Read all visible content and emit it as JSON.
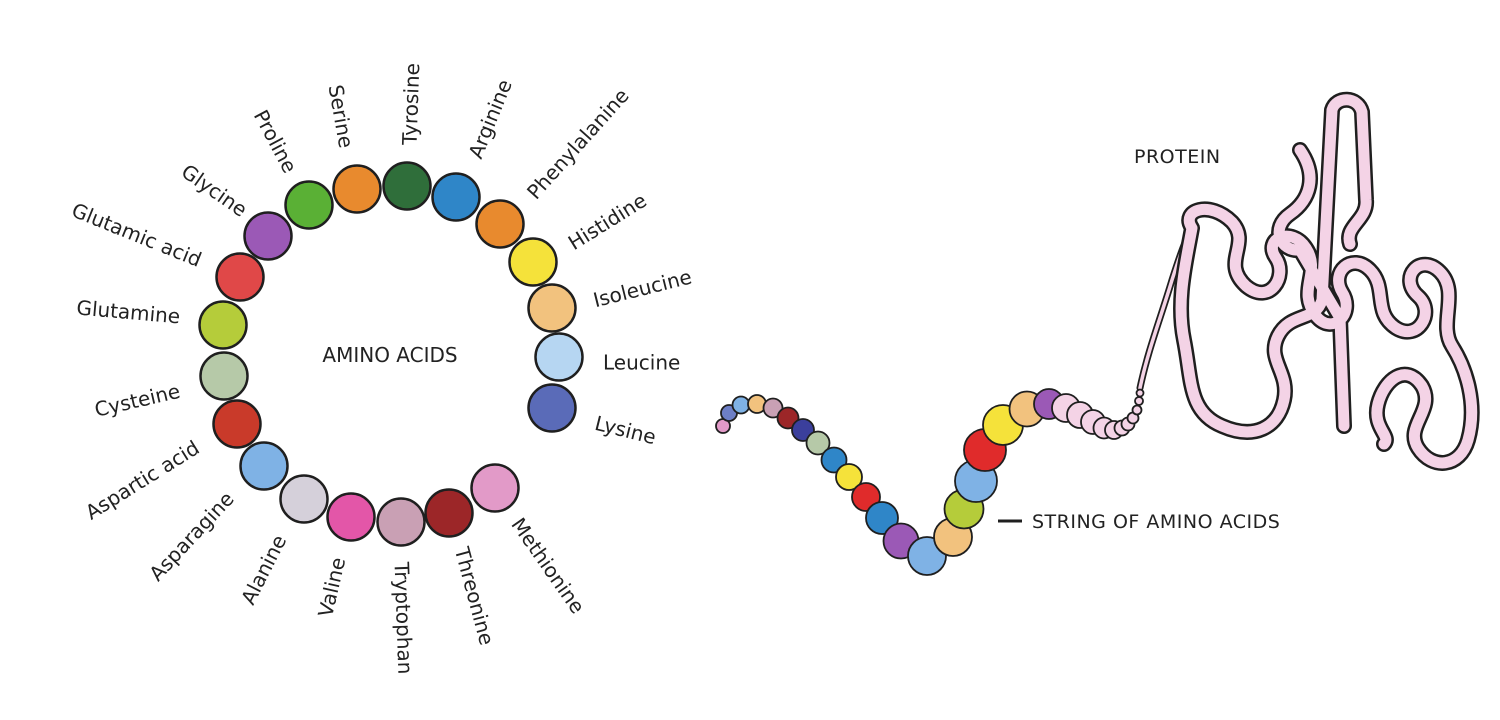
{
  "ring": {
    "caption": "AMINO ACIDS",
    "amino_acids": [
      {
        "name": "Glycine",
        "color": "#9b59b6"
      },
      {
        "name": "Proline",
        "color": "#5ab035"
      },
      {
        "name": "Serine",
        "color": "#e88a2e"
      },
      {
        "name": "Tyrosine",
        "color": "#2f6e3a"
      },
      {
        "name": "Arginine",
        "color": "#2f86c8"
      },
      {
        "name": "Phenylalanine",
        "color": "#e88a2e"
      },
      {
        "name": "Histidine",
        "color": "#f5e23a"
      },
      {
        "name": "Isoleucine",
        "color": "#f2c27e"
      },
      {
        "name": "Leucine",
        "color": "#b6d6f2"
      },
      {
        "name": "Lysine",
        "color": "#5a6bb8"
      },
      {
        "name": "Methionine",
        "color": "#e29ac8"
      },
      {
        "name": "Threonine",
        "color": "#9c2628"
      },
      {
        "name": "Tryptophan",
        "color": "#c9a0b4"
      },
      {
        "name": "Valine",
        "color": "#e356a8"
      },
      {
        "name": "Alanine",
        "color": "#d5d0da"
      },
      {
        "name": "Asparagine",
        "color": "#7fb2e5"
      },
      {
        "name": "Aspartic acid",
        "color": "#c93a2a"
      },
      {
        "name": "Cysteine",
        "color": "#b6c9a8"
      },
      {
        "name": "Glutamine",
        "color": "#b5cc3a"
      },
      {
        "name": "Glutamic acid",
        "color": "#e04848"
      }
    ]
  },
  "chain": {
    "caption": "STRING OF AMINO ACIDS",
    "protein_caption": "PROTEIN",
    "protein_color": "#f4d3e6",
    "bead_colors": [
      "#e29ac8",
      "#6d7fc6",
      "#7fb2e5",
      "#f2c27e",
      "#c9a0b4",
      "#9c2628",
      "#3b3f9c",
      "#b6c9a8",
      "#2f86c8",
      "#f5e23a",
      "#e02b2b",
      "#2f86c8",
      "#9b59b6",
      "#7fb2e5",
      "#f2c27e",
      "#b5cc3a",
      "#7fb2e5",
      "#e02b2b",
      "#f5e23a",
      "#f2c27e",
      "#9b59b6"
    ]
  }
}
